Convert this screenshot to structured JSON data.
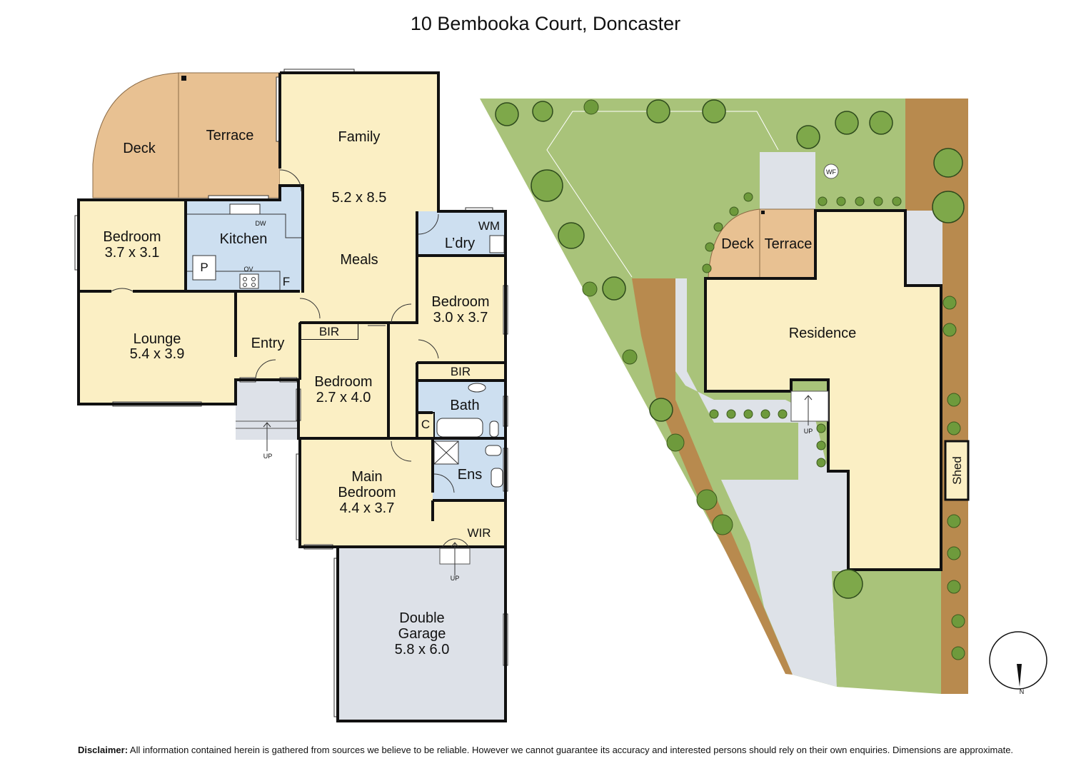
{
  "title": "10 Bembooka Court, Doncaster",
  "colors": {
    "living": "#fbefc4",
    "wet": "#cddff0",
    "deck": "#e8c192",
    "garage": "#dde1e8",
    "lawn": "#a9c37a",
    "garden_bed": "#b88a4e",
    "paving": "#dee2e8",
    "wall": "#111111"
  },
  "rooms": {
    "deck": "Deck",
    "terrace": "Terrace",
    "family": "Family",
    "family_dim": "5.2 x 8.5",
    "meals": "Meals",
    "kitchen": "Kitchen",
    "bedroom_nw": "Bedroom",
    "bedroom_nw_dim": "3.7 x 3.1",
    "lounge": "Lounge",
    "lounge_dim": "5.4 x 3.9",
    "entry": "Entry",
    "bir_1": "BIR",
    "bedroom_mid": "Bedroom",
    "bedroom_mid_dim": "2.7 x 4.0",
    "laundry": "L’dry",
    "wm": "WM",
    "bedroom_e": "Bedroom",
    "bedroom_e_dim": "3.0 x 3.7",
    "bir_2": "BIR",
    "bath": "Bath",
    "cupboard": "C",
    "ens": "Ens",
    "main_bedroom_1": "Main",
    "main_bedroom_2": "Bedroom",
    "main_bedroom_dim": "4.4 x 3.7",
    "wir": "WIR",
    "garage_1": "Double",
    "garage_2": "Garage",
    "garage_dim": "5.8 x 6.0",
    "pantry": "P",
    "fridge": "F",
    "dw": "DW",
    "ov": "OV",
    "up": "UP"
  },
  "site": {
    "deck": "Deck",
    "terrace": "Terrace",
    "residence": "Residence",
    "shed": "Shed",
    "wf": "WF",
    "up": "UP",
    "north": "N"
  },
  "disclaimer": {
    "label": "Disclaimer:",
    "text": " All information contained herein is gathered from sources we believe to be reliable. However we cannot guarantee its accuracy and interested persons should rely on their own enquiries. Dimensions are approximate."
  }
}
